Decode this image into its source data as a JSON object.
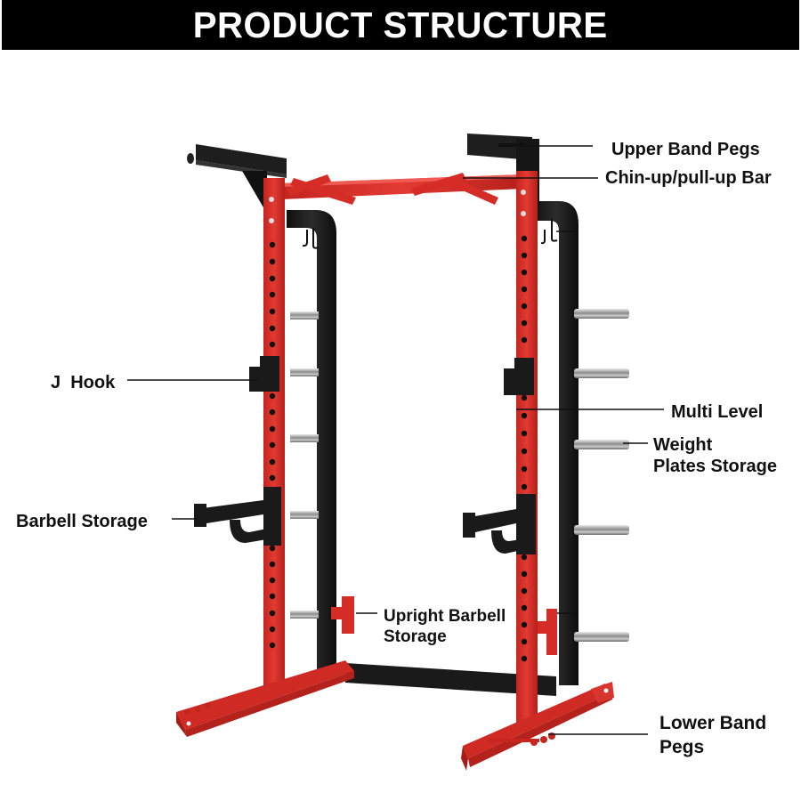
{
  "header": {
    "title": "PRODUCT STRUCTURE"
  },
  "colors": {
    "frame_red": "#d9302a",
    "frame_black": "#1c1c1c",
    "chrome": "#b9b9b9",
    "title_bg": "#000000",
    "title_text": "#ffffff"
  },
  "labels": {
    "upper_band_pegs": "Upper Band Pegs",
    "chin_up_bar": "Chin-up/pull-up Bar",
    "j_hook": "J  Hook",
    "multi_level": "Multi Level",
    "weight_plates_storage": {
      "line1": "Weight",
      "line2": "Plates Storage"
    },
    "barbell_storage": "Barbell Storage",
    "upright_barbell_storage": {
      "line1": "Upright Barbell",
      "line2": "Storage"
    },
    "lower_band_pegs": {
      "line1": "Lower Band",
      "line2": "Pegs"
    }
  }
}
